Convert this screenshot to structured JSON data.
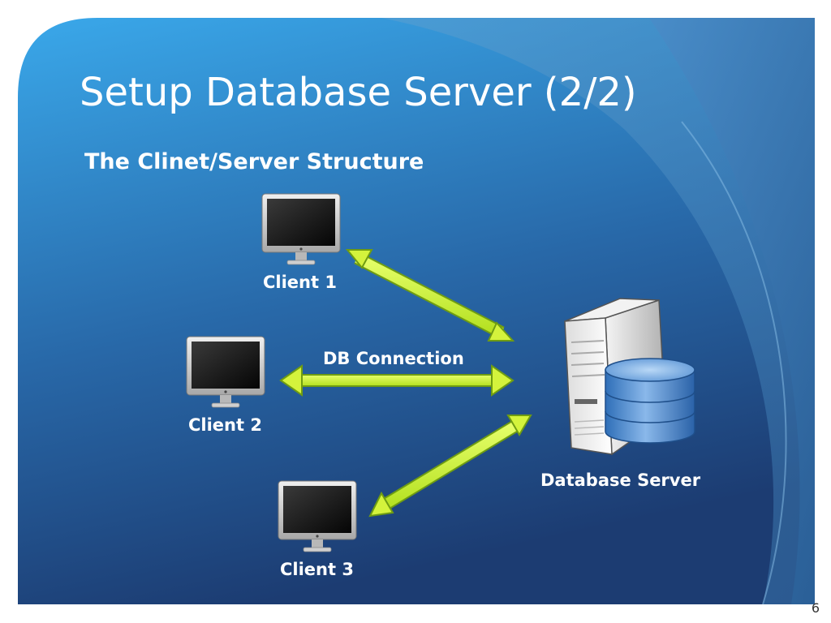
{
  "slide": {
    "title": "Setup Database Server (2/2)",
    "subtitle": "The Clinet/Server Structure",
    "page_number": "6"
  },
  "diagram": {
    "clients": [
      {
        "label": "Client 1"
      },
      {
        "label": "Client 2"
      },
      {
        "label": "Client 3"
      }
    ],
    "server": {
      "label": "Database Server",
      "icon": "database-server-icon"
    },
    "connection_label": "DB Connection"
  },
  "colors": {
    "background_top": "#3aa6e8",
    "background_bottom": "#1c3f78",
    "arrow_fill": "#c8f03a",
    "arrow_stroke": "#7fb01a",
    "text": "#ffffff"
  }
}
